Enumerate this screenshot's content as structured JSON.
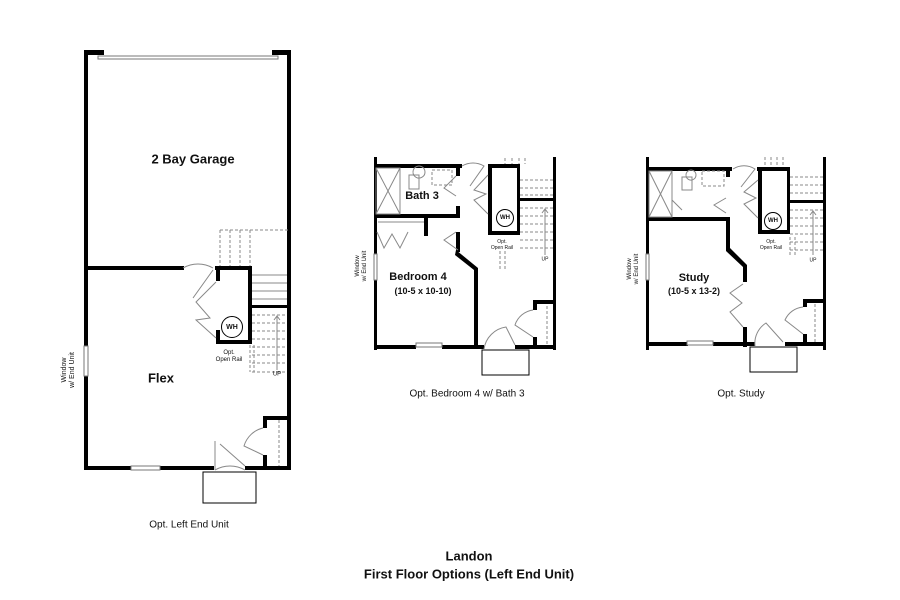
{
  "plans": [
    {
      "caption": "Opt. Left End Unit",
      "rooms": {
        "garage": "2 Bay Garage",
        "flex": "Flex"
      },
      "wh": "WH",
      "rail": "Opt.\nOpen Rail",
      "up": "UP",
      "window": "Window\nw/ End Unit"
    },
    {
      "caption": "Opt. Bedroom 4 w/ Bath 3",
      "rooms": {
        "bath": "Bath 3",
        "bedroom": "Bedroom 4",
        "bedroom_dim": "(10-5 x 10-10)"
      },
      "wh": "WH",
      "rail": "Opt.\nOpen Rail",
      "up": "UP",
      "window": "Window\nw/ End Unit"
    },
    {
      "caption": "Opt. Study",
      "rooms": {
        "study": "Study",
        "study_dim": "(10-5 x 13-2)"
      },
      "wh": "WH",
      "rail": "Opt.\nOpen Rail",
      "up": "UP",
      "window": "Window\nw/ End Unit"
    }
  ],
  "title": {
    "line1": "Landon",
    "line2": "First Floor Options (Left End Unit)"
  }
}
